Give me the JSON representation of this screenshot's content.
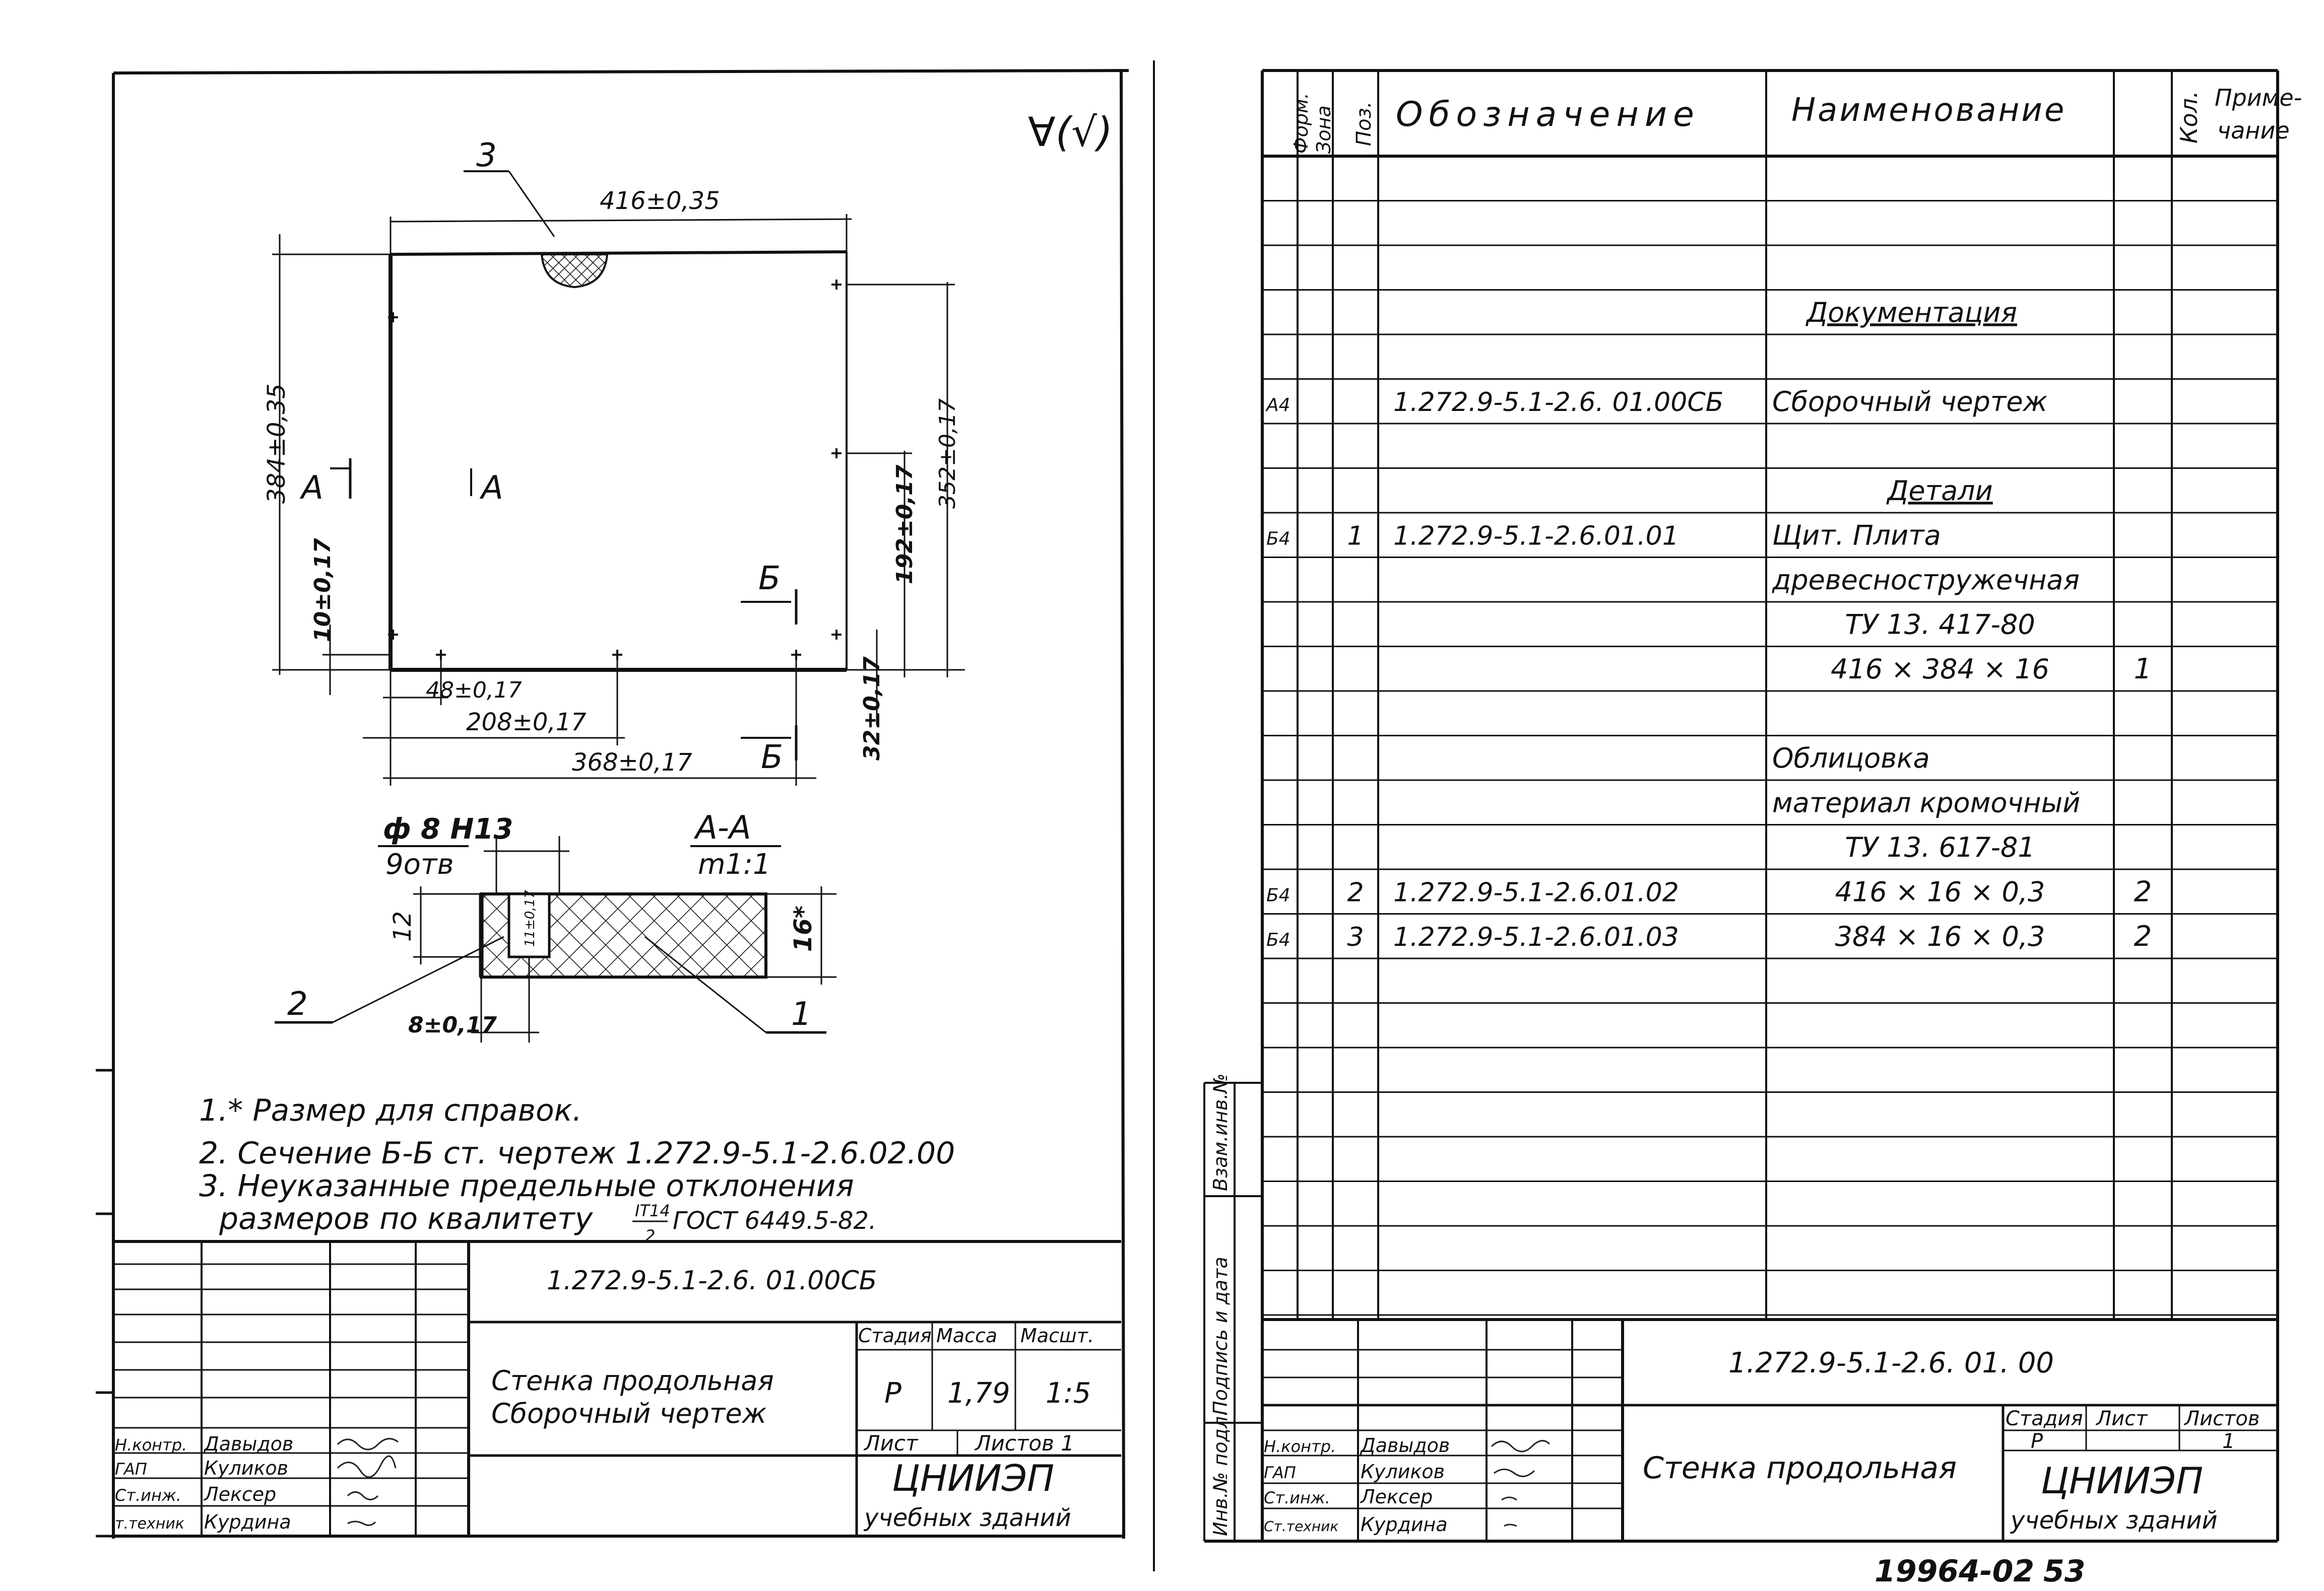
{
  "left_sheet": {
    "corner_mark": "∀(√)",
    "drawing": {
      "callout_3": "3",
      "dim_top": "416±0,35",
      "dim_left": "384±0,35",
      "dim_left_small": "10±0,17",
      "dim_right_1": "192±0,17",
      "dim_right_2": "352±0,17",
      "dim_right_3": "32±0,17",
      "dim_bottom_1": "48±0,17",
      "dim_bottom_2": "208±0,17",
      "dim_bottom_3": "368±0,17",
      "section_a_letter": "А",
      "section_b_letter": "Б",
      "hole_spec": "ф 8 Н13",
      "hole_count": "9отв",
      "section_title": "А-А",
      "section_scale": "m1:1",
      "sec_dim_12": "12",
      "sec_dim_16": "16*",
      "sec_dim_8": "8±0,17",
      "sec_dim_hole": "11±0,17",
      "callout_1": "1",
      "callout_2": "2"
    },
    "notes": [
      "1.* Размер   для справок.",
      "2. Сечение Б-Б ст. чертеж 1.272.9-5.1-2.6.02.00",
      "3. Неуказанные предельные отклонения",
      "размеров по квалитету",
      "ГОСТ 6449.5-82."
    ],
    "note_fraction_num": "IT14",
    "note_fraction_den": "2",
    "title_block": {
      "designation": "1.272.9-5.1-2.6. 01.00СБ",
      "name_line1": "Стенка продольная",
      "name_line2": "Сборочный чертеж",
      "stage_label": "Стадия",
      "mass_label": "Масса",
      "scale_label": "Масшт.",
      "stage": "Р",
      "mass": "1,79",
      "scale": "1:5",
      "sheet_label": "Лист",
      "sheets_label": "Листов 1",
      "org": "ЦНИИЭП",
      "org_sub": "учебных зданий",
      "signers": [
        {
          "role": "Н.контр.",
          "name": "Давыдов"
        },
        {
          "role": "ГАП",
          "name": "Куликов"
        },
        {
          "role": "Ст.инж.",
          "name": "Лексер"
        },
        {
          "role": "т.техник",
          "name": "Курдина"
        }
      ]
    }
  },
  "right_sheet": {
    "headers": {
      "format": "Форм.",
      "zone": "Зона",
      "pos": "Поз.",
      "designation": "Обозначение",
      "name": "Наименование",
      "qty": "Кол.",
      "note_1": "Приме-",
      "note_2": "чание"
    },
    "rows": [
      {
        "format": "",
        "pos": "",
        "designation": "",
        "name": "",
        "qty": "",
        "style": ""
      },
      {
        "format": "",
        "pos": "",
        "designation": "",
        "name": "",
        "qty": "",
        "style": ""
      },
      {
        "format": "",
        "pos": "",
        "designation": "",
        "name": "",
        "qty": "",
        "style": ""
      },
      {
        "format": "",
        "pos": "",
        "designation": "",
        "name": "Документация",
        "qty": "",
        "style": "u"
      },
      {
        "format": "",
        "pos": "",
        "designation": "",
        "name": "",
        "qty": "",
        "style": ""
      },
      {
        "format": "А4",
        "pos": "",
        "designation": "1.272.9-5.1-2.6. 01.00СБ",
        "name": "Сборочный чертеж",
        "qty": "",
        "style": ""
      },
      {
        "format": "",
        "pos": "",
        "designation": "",
        "name": "",
        "qty": "",
        "style": ""
      },
      {
        "format": "",
        "pos": "",
        "designation": "",
        "name": "Детали",
        "qty": "",
        "style": "uc"
      },
      {
        "format": "Б4",
        "pos": "1",
        "designation": "1.272.9-5.1-2.6.01.01",
        "name": "Щит. Плита",
        "qty": "",
        "style": ""
      },
      {
        "format": "",
        "pos": "",
        "designation": "",
        "name": "древесностружечная",
        "qty": "",
        "style": ""
      },
      {
        "format": "",
        "pos": "",
        "designation": "",
        "name": "ТУ 13. 417-80",
        "qty": "",
        "style": "c"
      },
      {
        "format": "",
        "pos": "",
        "designation": "",
        "name": "416 × 384 × 16",
        "qty": "1",
        "style": "c"
      },
      {
        "format": "",
        "pos": "",
        "designation": "",
        "name": "",
        "qty": "",
        "style": ""
      },
      {
        "format": "",
        "pos": "",
        "designation": "",
        "name": "Облицовка",
        "qty": "",
        "style": ""
      },
      {
        "format": "",
        "pos": "",
        "designation": "",
        "name": "материал кромочный",
        "qty": "",
        "style": ""
      },
      {
        "format": "",
        "pos": "",
        "designation": "",
        "name": "ТУ 13. 617-81",
        "qty": "",
        "style": "c"
      },
      {
        "format": "Б4",
        "pos": "2",
        "designation": "1.272.9-5.1-2.6.01.02",
        "name": "416 × 16 × 0,3",
        "qty": "2",
        "style": "c"
      },
      {
        "format": "Б4",
        "pos": "3",
        "designation": "1.272.9-5.1-2.6.01.03",
        "name": "384 × 16 × 0,3",
        "qty": "2",
        "style": "c"
      },
      {
        "format": "",
        "pos": "",
        "designation": "",
        "name": "",
        "qty": "",
        "style": ""
      },
      {
        "format": "",
        "pos": "",
        "designation": "",
        "name": "",
        "qty": "",
        "style": ""
      },
      {
        "format": "",
        "pos": "",
        "designation": "",
        "name": "",
        "qty": "",
        "style": ""
      },
      {
        "format": "",
        "pos": "",
        "designation": "",
        "name": "",
        "qty": "",
        "style": ""
      },
      {
        "format": "",
        "pos": "",
        "designation": "",
        "name": "",
        "qty": "",
        "style": ""
      },
      {
        "format": "",
        "pos": "",
        "designation": "",
        "name": "",
        "qty": "",
        "style": ""
      },
      {
        "format": "",
        "pos": "",
        "designation": "",
        "name": "",
        "qty": "",
        "style": ""
      },
      {
        "format": "",
        "pos": "",
        "designation": "",
        "name": "",
        "qty": "",
        "style": ""
      }
    ],
    "title_block": {
      "designation": "1.272.9-5.1-2.6. 01. 00",
      "name": "Стенка продольная",
      "stage_label": "Стадия",
      "sheet_label": "Лист",
      "sheets_label": "Листов",
      "stage": "Р",
      "sheets": "1",
      "org": "ЦНИИЭП",
      "org_sub": "учебных зданий",
      "signers": [
        {
          "role": "Н.контр.",
          "name": "Давыдов"
        },
        {
          "role": "ГАП",
          "name": "Куликов"
        },
        {
          "role": "Ст.инж.",
          "name": "Лексер"
        },
        {
          "role": "Ст.техник",
          "name": "Курдина"
        }
      ]
    },
    "side_labels": [
      "Инв.№ подл.",
      "Подпись и дата",
      "Взам.инв.№"
    ],
    "footer_number": "19964-02",
    "footer_page": "53"
  }
}
